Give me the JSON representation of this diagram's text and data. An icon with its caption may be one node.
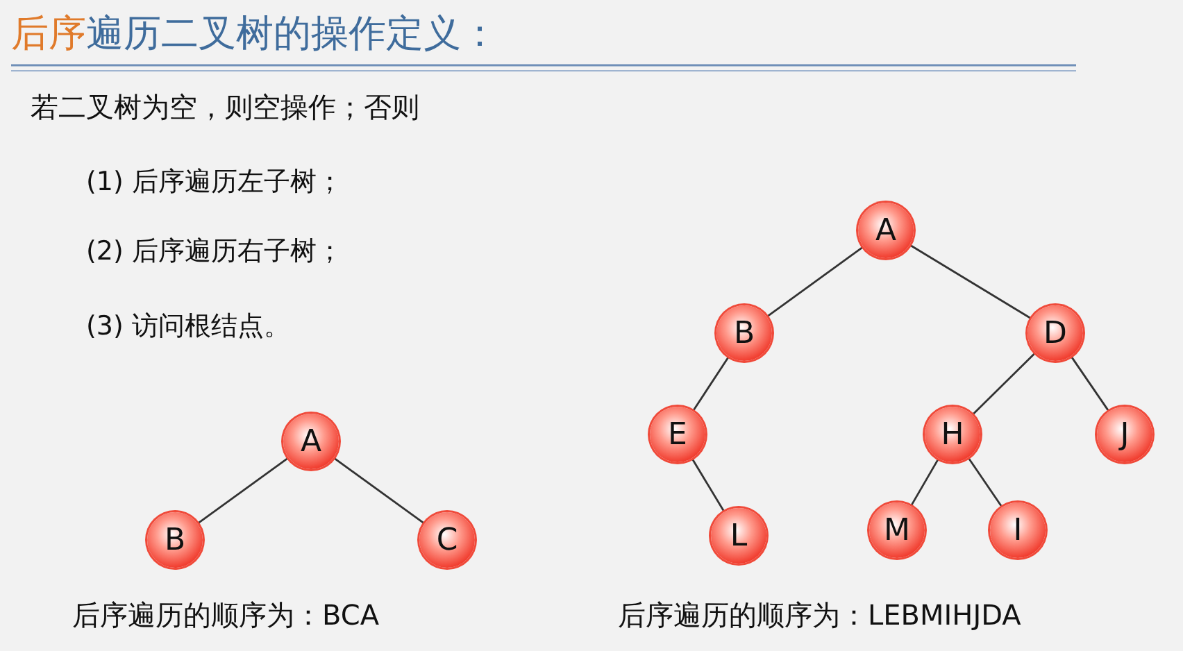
{
  "diagram": {
    "title": "后序遍历二叉树的操作定义：",
    "nodes": [
      {
        "text": [
          "A"
        ]
      },
      {
        "text": [
          "B"
        ]
      },
      {
        "text": [
          "C"
        ]
      },
      {
        "text": [
          "A"
        ]
      },
      {
        "text": [
          "B"
        ]
      },
      {
        "text": [
          "D"
        ]
      },
      {
        "text": [
          "E"
        ]
      },
      {
        "text": [
          "H"
        ]
      },
      {
        "text": [
          "J"
        ]
      },
      {
        "text": [
          "L"
        ]
      },
      {
        "text": [
          "M"
        ]
      },
      {
        "text": [
          "I"
        ]
      }
    ],
    "edges": [
      {
        "from": 0,
        "to": 1,
        "arrow": "none"
      },
      {
        "from": 0,
        "to": 2,
        "arrow": "none"
      },
      {
        "from": 3,
        "to": 4,
        "arrow": "none"
      },
      {
        "from": 3,
        "to": 5,
        "arrow": "none"
      },
      {
        "from": 4,
        "to": 6,
        "arrow": "none"
      },
      {
        "from": 5,
        "to": 7,
        "arrow": "none"
      },
      {
        "from": 5,
        "to": 8,
        "arrow": "none"
      },
      {
        "from": 6,
        "to": 9,
        "arrow": "none"
      },
      {
        "from": 7,
        "to": 10,
        "arrow": "none"
      },
      {
        "from": 7,
        "to": 11,
        "arrow": "none"
      }
    ],
    "labels": [
      "若二叉树为空，则空操作；否则",
      "(1) 后序遍历左子树；",
      "(2) 后序遍历右子树；",
      "(3) 访问根结点。",
      "后序遍历的顺序为：BCA",
      "后序遍历的顺序为：LEBMIHJDA"
    ]
  }
}
